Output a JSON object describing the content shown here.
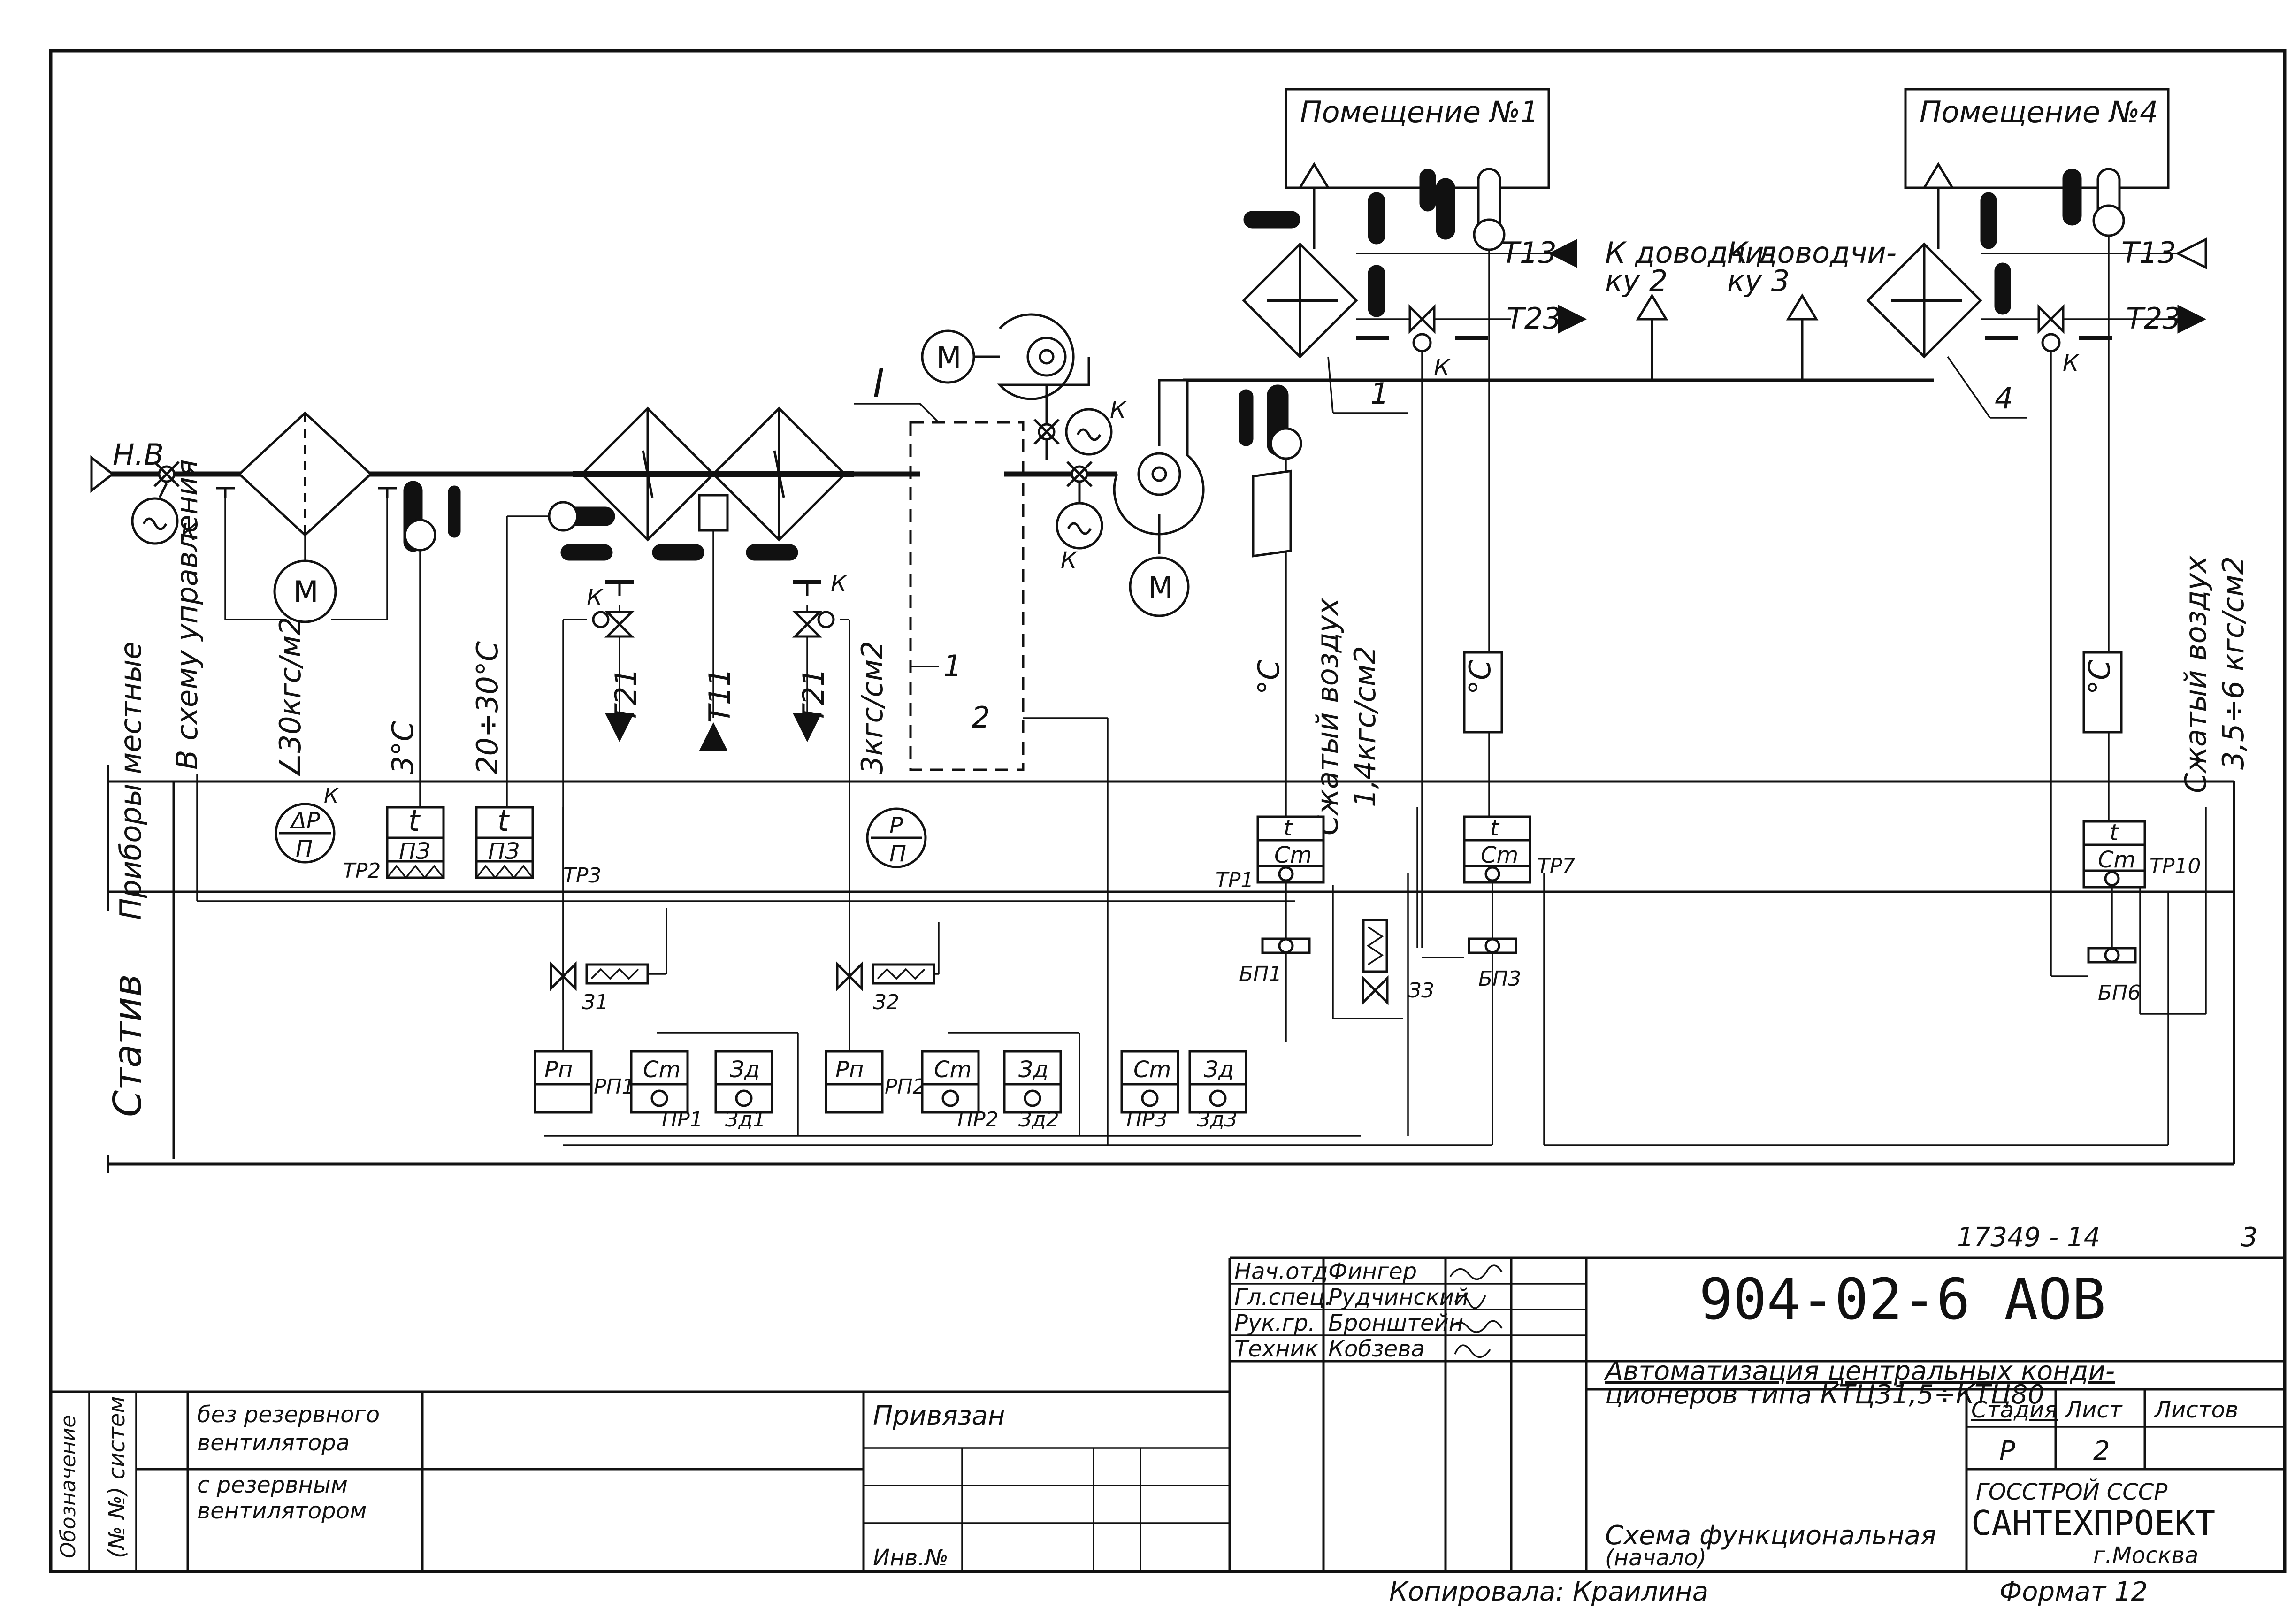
{
  "rooms": [
    {
      "label": "Помещение №1"
    },
    {
      "label": "Помещение №4"
    }
  ],
  "to_closers": [
    {
      "line1": "К доводчи-",
      "line2": "ку   2"
    },
    {
      "line1": "К доводчи-",
      "line2": "ку      3"
    }
  ],
  "lines": {
    "t13a": "Т13",
    "t13b": "Т13",
    "t23a": "Т23",
    "t23b": "Т23",
    "t21a": "Т21",
    "t21b": "Т21",
    "t11": "Т11"
  },
  "outdoor_air": "Н.В",
  "letter_k": "К",
  "motor": "М",
  "labels": {
    "roman_one": "I",
    "leader1": "1",
    "leader2": "2",
    "leader4": "4"
  },
  "vertical_labels": {
    "to_control": "В схему управления",
    "pressure": "∠30кгс/м2",
    "temp3": "3°С",
    "temp20": "20÷30°С",
    "press3": "3кгс/см2",
    "degc1": "°С",
    "degc2": "°С",
    "degc3": "°С",
    "air1_title": "Сжатый воздух",
    "air1_value": "1,4кгс/см2",
    "air2_title": "Сжатый воздух",
    "air2_value": "3,5÷6 кгс/см2",
    "row_local": "Приборы местные",
    "row_stand": "Статив"
  },
  "instruments": {
    "dp_top": "ΔP",
    "dp_bot": "П",
    "p_top": "P",
    "p_bot": "П",
    "t": "t",
    "pz": "ПЗ",
    "cm": "Сm",
    "rp": "Рп",
    "zd": "Зд"
  },
  "tags": {
    "tr1": "ТР1",
    "tr2": "ТР2",
    "tr3": "ТР3",
    "tr7": "ТР7",
    "tr10": "ТР10",
    "bp1": "БП1",
    "bp3": "БП3",
    "bp6": "БП6",
    "z1": "З1",
    "z2": "З2",
    "z3": "З3",
    "rp1": "РП1",
    "rp2": "РП2",
    "pr1": "ПР1",
    "pr2": "ПР2",
    "pr3": "ПР3",
    "zd1": "Зд1",
    "zd2": "Зд2",
    "zd3": "Зд3"
  },
  "title_block": {
    "sheet_ref": "17349 - 14",
    "sheet_corner": "3",
    "doc_code": "904-02-6  АОВ",
    "title_line1": "Автоматизация   центральных конди-",
    "title_line2": "ционеров   типа  КТЦ31,5÷КТЦ80",
    "subtitle": "Схема функциональная",
    "subtitle_note": "(начало)",
    "roles": [
      "Нач.отд",
      "Гл.спец.",
      "Рук.гр.",
      "Техник"
    ],
    "names": [
      "Фингер",
      "Рудчинский",
      "Бронштейн",
      "Кобзева"
    ],
    "stage_header": "Стадия",
    "sheet_header": "Лист",
    "sheets_header": "Листов",
    "stage": "Р",
    "sheet": "2",
    "org1": "ГОССТРОЙ   СССР",
    "org2": "САНТЕХПРОЕКТ",
    "city": "г.Москва",
    "copied": "Копировала: Краилина",
    "format": "Формат 12",
    "bound": "Привязан",
    "inv": "Инв.№",
    "systems_col": "(№ №) систем",
    "systems_side": "Обозначение",
    "opt1_line1": "без резервного",
    "opt1_line2": "вентилятора",
    "opt2_line1": "с резервным",
    "opt2_line2": "вентилятором"
  }
}
